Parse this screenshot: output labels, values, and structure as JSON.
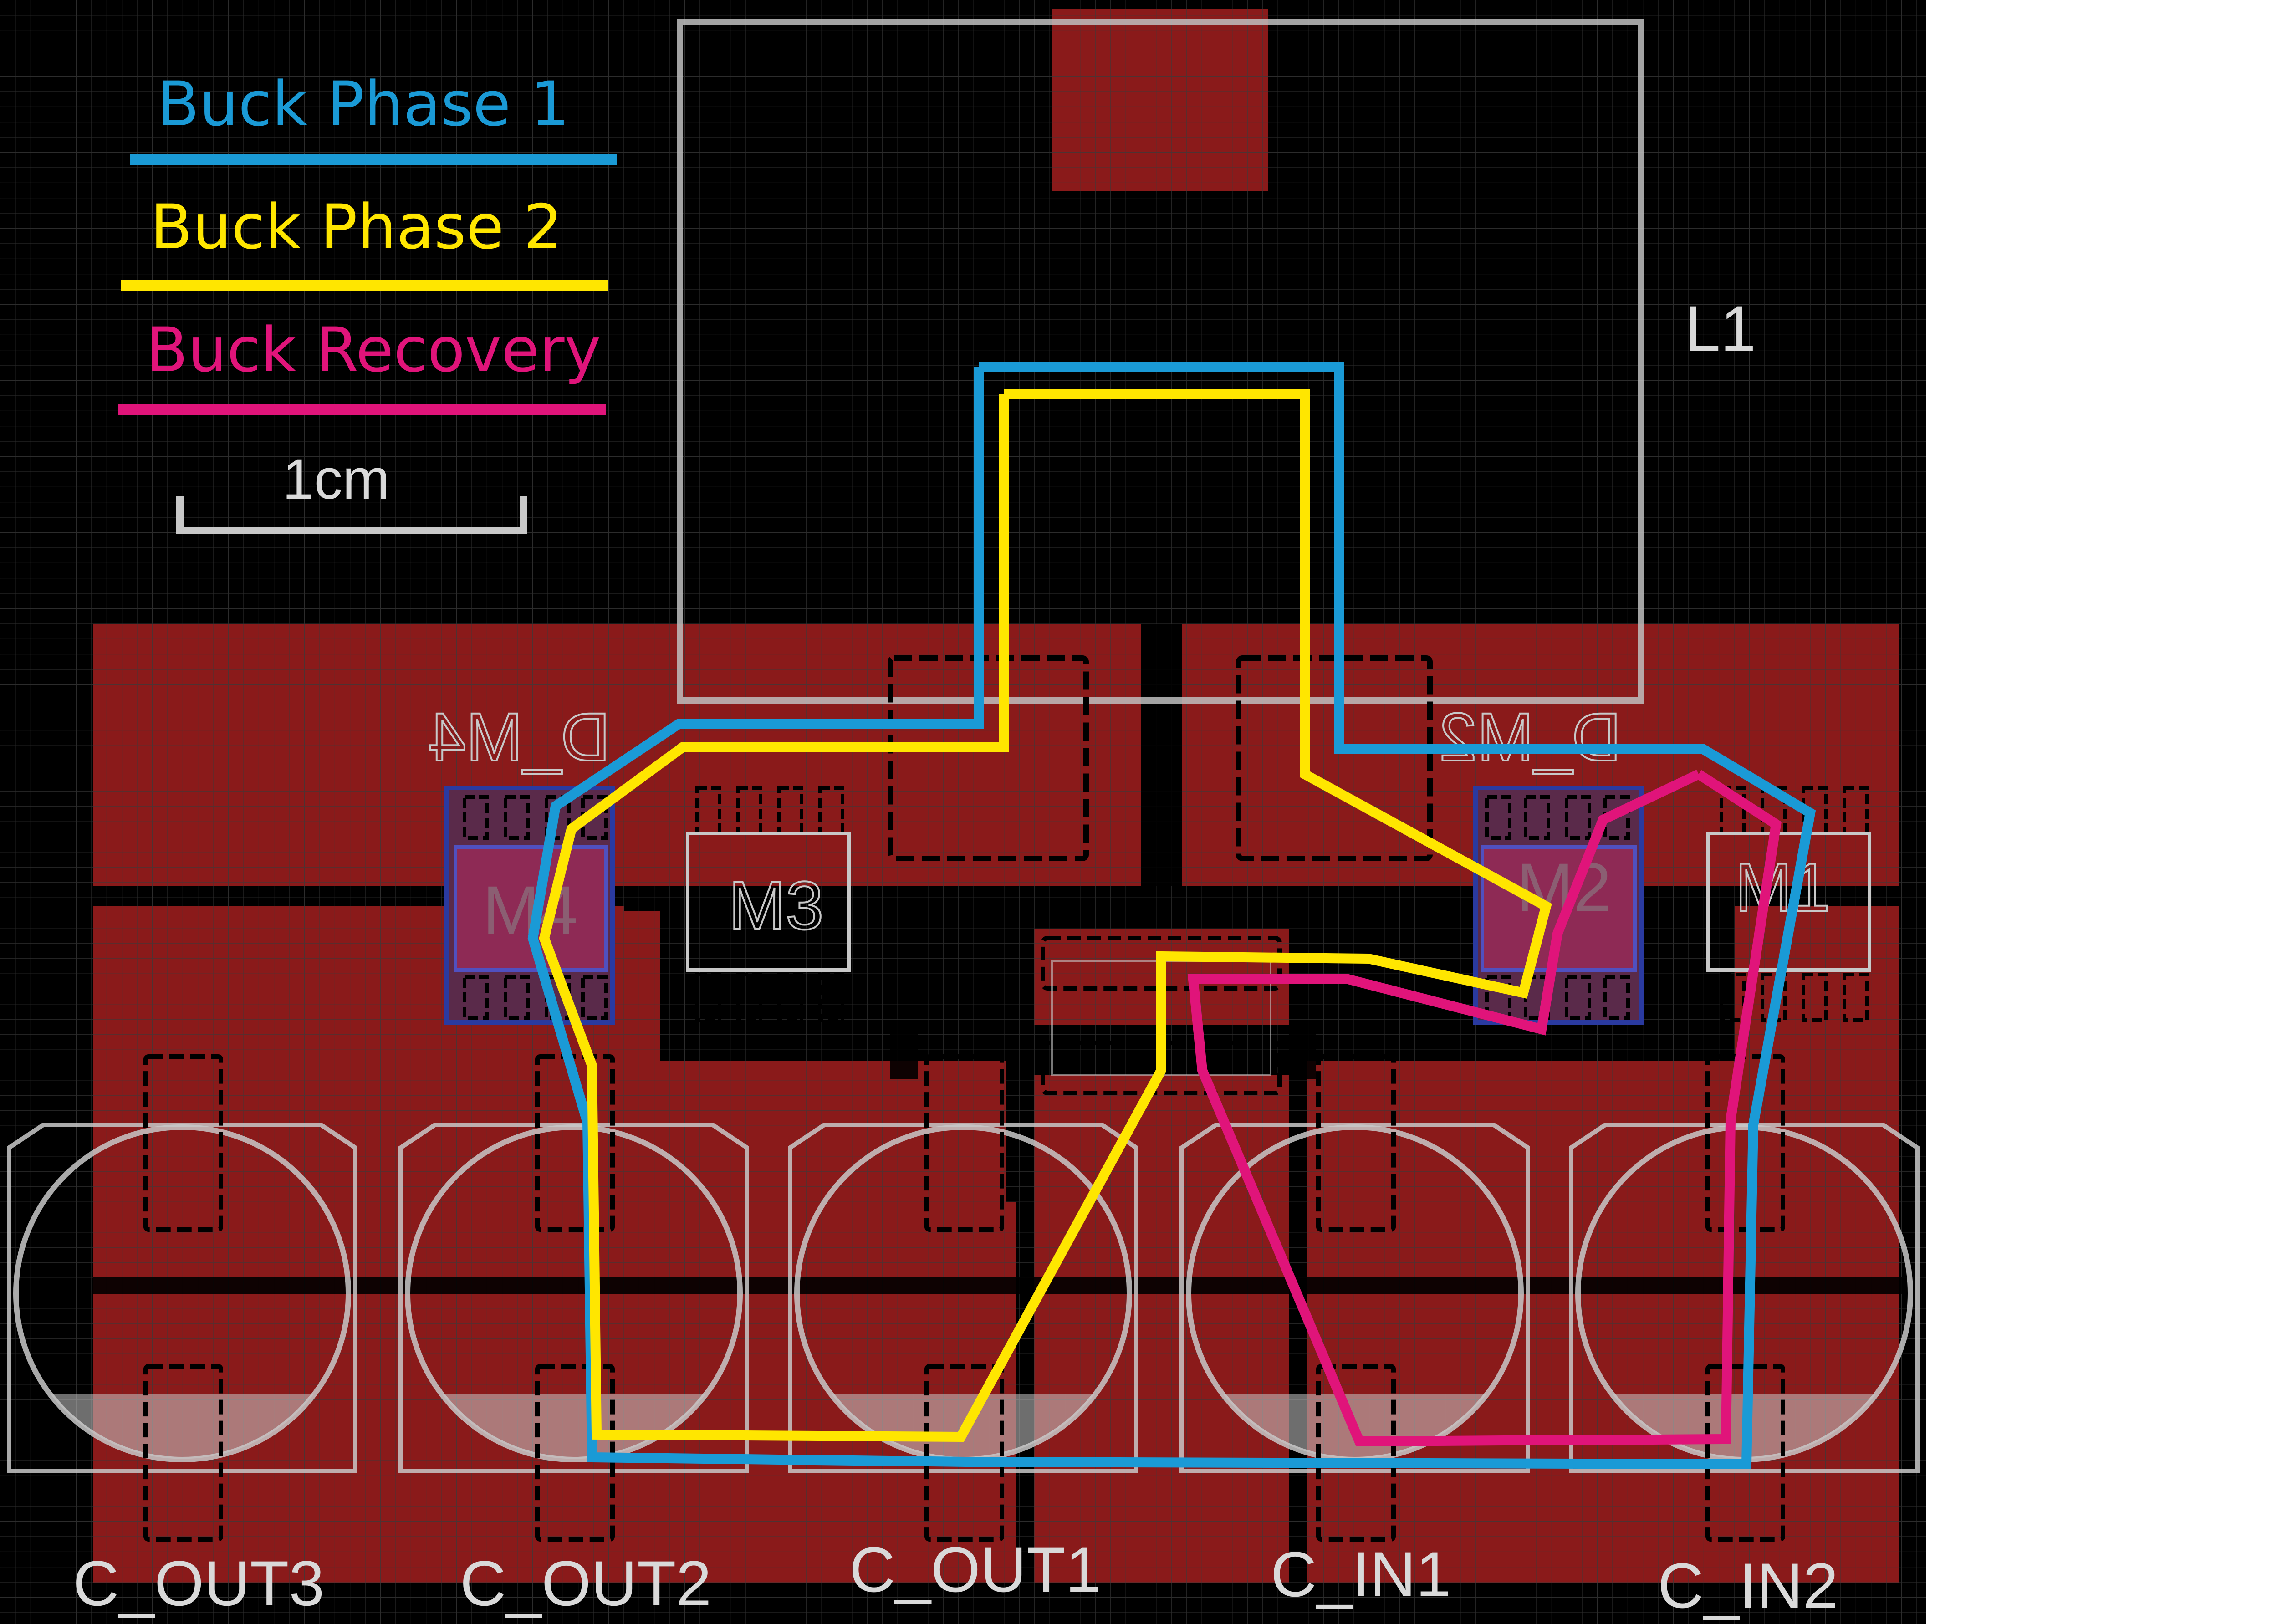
{
  "legend": {
    "phase1_label": "Buck Phase 1",
    "phase2_label": "Buck Phase 2",
    "recovery_label": "Buck Recovery"
  },
  "scale_label": "1cm",
  "designators": {
    "inductor": "L1",
    "d_m4": "D_M4",
    "d_m2": "D_M2",
    "m1": "M1",
    "m2": "M2",
    "m3": "M3",
    "m4": "M4",
    "c_out3": "C_OUT3",
    "c_out2": "C_OUT2",
    "c_out1": "C_OUT1",
    "c_in1": "C_IN1",
    "c_in2": "C_IN2"
  },
  "colors": {
    "board_background": "#000000",
    "copper": "#8a1a1a",
    "silkscreen": "#c8c8c8",
    "phase1": "#1a9ad6",
    "phase2": "#ffe600",
    "recovery": "#e0147a",
    "grid": "#3a3a3a"
  }
}
